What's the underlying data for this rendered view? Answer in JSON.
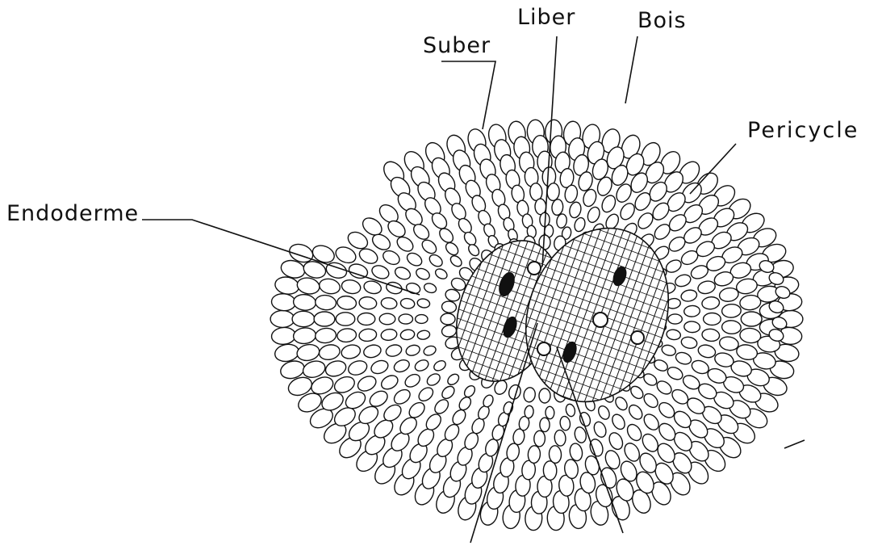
{
  "diagram": {
    "labels": {
      "liber": "Liber",
      "bois": "Bois",
      "suber": "Suber",
      "pericycle": "Pericycle",
      "endoderme": "Endoderme"
    },
    "colors": {
      "ink": "#111111",
      "background": "#ffffff"
    }
  }
}
